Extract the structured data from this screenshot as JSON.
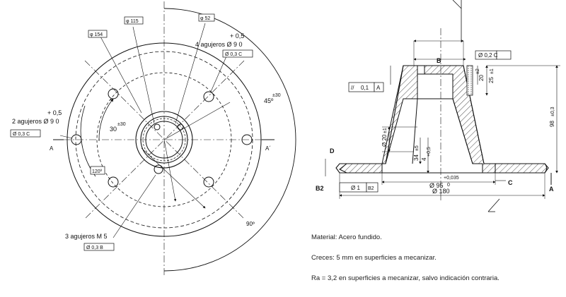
{
  "plan": {
    "phi115": "φ 115",
    "phi154": "φ 154",
    "phi52": "φ 52",
    "tol4": "+ 0,5",
    "holes4": "4 agujeros Ø 9 0",
    "fcf4": "Ø 0,3  C",
    "tol2": "+ 0,5",
    "holes2": "2 agujeros Ø 9 0",
    "fcf2": "Ø 0,3  C",
    "a_left": "A",
    "a_right": "A´",
    "ang30": "30",
    "ang30tol": "±30",
    "ang120": "120º",
    "ang45": "45º",
    "ang45tol": "±30",
    "ang90": "90º",
    "holes3": "3 agujeros M 5",
    "fcf3": "Ø 0,3  B"
  },
  "section": {
    "b_label": "B",
    "fcf_top": "Ø 0,2  C",
    "par_tol": "0,1",
    "par_ref": "A",
    "d20top": "20",
    "d20top_tol": "±2",
    "d25": "25",
    "d25_tol": "±1",
    "d98": "98",
    "d98_tol": "±0,3",
    "d20v": "Ø 20",
    "d20v_tol": "±1",
    "d34": "34",
    "d34_tol": "±5",
    "d4": "4",
    "d4_tol": "+0,5",
    "d_label": "D",
    "b2_label": "B2",
    "fcf_b2_val": "Ø 1",
    "fcf_b2_ref": "B2",
    "tol_95": "+0,035",
    "d95": "Ø 95",
    "d95_tol": "0",
    "c_label": "C",
    "d180": "Ø 180",
    "a_label": "A"
  },
  "notes": {
    "material": "Material: Acero fundido.",
    "creces": "Creces: 5 mm en superficies a mecanizar.",
    "ra": "Ra = 3,2 en superficies a mecanizar, salvo indicación contraria."
  }
}
